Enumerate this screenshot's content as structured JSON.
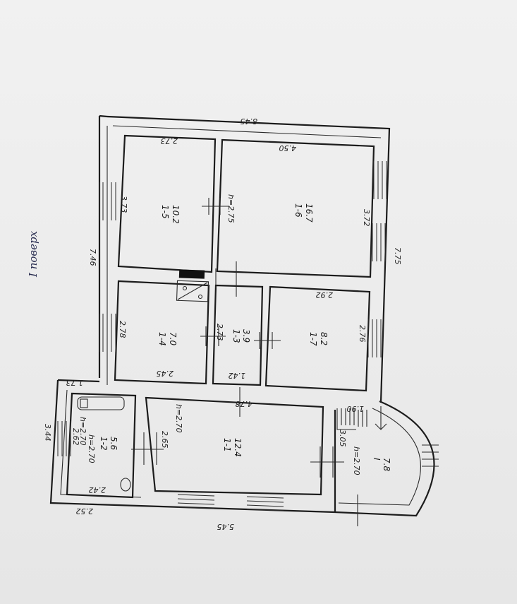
{
  "floor_title": "I поверх",
  "overall": {
    "width": "8.45",
    "left_depth": "7.46",
    "right_depth": "7.75",
    "entry_width": "1.73"
  },
  "rooms": {
    "r1_5": {
      "name": "1-5",
      "area": "10.2",
      "d1": "2.73",
      "d2": "3.73"
    },
    "r1_6": {
      "name": "1-6",
      "area": "16.7",
      "d1": "4.50",
      "d2": "3.72",
      "height": "h=2.75"
    },
    "r1_4": {
      "name": "1-4",
      "area": "7.0",
      "d1": "2.78",
      "d2": "2.45"
    },
    "r1_3": {
      "name": "1-3",
      "area": "3.9",
      "d1": "2.73",
      "d2": "1.42"
    },
    "r1_7": {
      "name": "1-7",
      "area": "8.2",
      "d1": "2.92",
      "d2": "2.76"
    },
    "r1_1": {
      "name": "1-1",
      "area": "12.4",
      "d1": "4.78",
      "d2": "2.65",
      "height": "h=2.70",
      "bottom": "5.45"
    },
    "r1_2": {
      "name": "1-2",
      "area": "5.6",
      "d1": "2.62",
      "d2": "3.44",
      "d3": "2.42",
      "d4": "2.52",
      "height": "h=2.70",
      "height2": "h=2.70"
    },
    "rI": {
      "name": "I",
      "area": "7.8",
      "d1": "3.05",
      "d2": "1.90",
      "height": "h=2.70"
    }
  }
}
